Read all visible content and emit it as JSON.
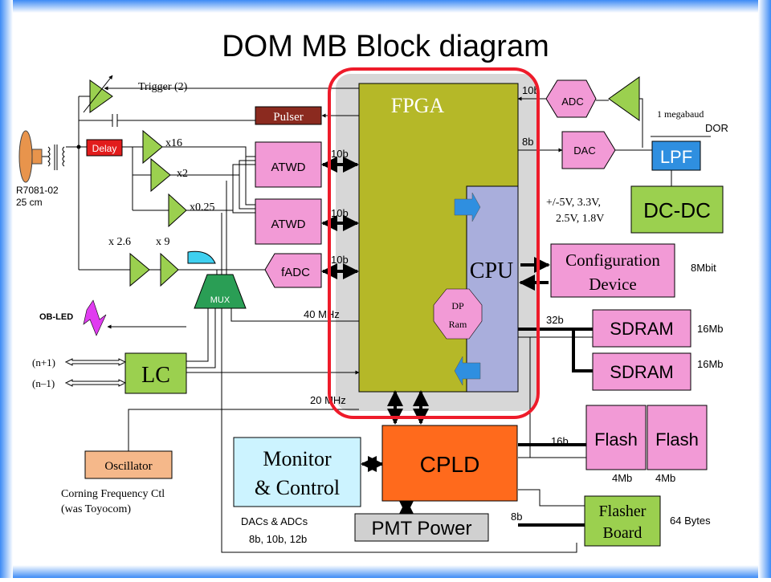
{
  "title": "DOM MB Block diagram",
  "colors": {
    "frame": "#3d8bf5",
    "fpga": "#b5b828",
    "cpu": "#a9aedc",
    "pink": "#f29ad6",
    "green": "#9bd04f",
    "cpld": "#ff6a1c",
    "red_box": "#e21c1c",
    "pulser": "#8b2a1f",
    "oscillator": "#f5b88a",
    "monitor": "#ccf3ff",
    "highlight": "#ee1b2a"
  },
  "labels": {
    "trigger": "Trigger (2)",
    "pulser": "Pulser",
    "delay": "Delay",
    "x16": "x16",
    "x2": "x2",
    "x025": "x0.25",
    "x26": "x 2.6",
    "x9": "x 9",
    "pmt_model": "R7081-02",
    "pmt_size": "25 cm",
    "atwd1": "ATWD",
    "atwd2": "ATWD",
    "fadc": "fADC",
    "mux": "MUX",
    "obled": "OB-LED",
    "n_plus": "(n+1)",
    "n_minus": "(n–1)",
    "lc": "LC",
    "oscillator": "Oscillator",
    "corning1": "Corning Frequency Ctl",
    "corning2": "(was Toyocom)",
    "fpga": "FPGA",
    "cpu": "CPU",
    "dp1": "DP",
    "dp2": "Ram",
    "b10_top": "10b",
    "b8_dac": "8b",
    "b10_atwd1": "10b",
    "b10_atwd2": "10b",
    "b10_fadc": "10b",
    "mhz40": "40 MHz",
    "mhz20": "20 MHz",
    "adc": "ADC",
    "dac": "DAC",
    "megabaud": "1 megabaud",
    "dor": "DOR",
    "lpf": "LPF",
    "dcdc": "DC-DC",
    "volt1": "+/-5V, 3.3V,",
    "volt2": "2.5V, 1.8V",
    "config1": "Configuration",
    "config2": "Device",
    "mbit8": "8Mbit",
    "b32": "32b",
    "sdram1": "SDRAM",
    "sdram2": "SDRAM",
    "mb16a": "16Mb",
    "mb16b": "16Mb",
    "flash1": "Flash",
    "flash2": "Flash",
    "mb4a": "4Mb",
    "mb4b": "4Mb",
    "b16": "16b",
    "cpld": "CPLD",
    "monitor1": "Monitor",
    "monitor2": "& Control",
    "dacs1": "DACs & ADCs",
    "dacs2": "8b, 10b, 12b",
    "pmt_power": "PMT Power",
    "b8_flasher": "8b",
    "flasher1": "Flasher",
    "flasher2": "Board",
    "bytes64": "64 Bytes"
  }
}
